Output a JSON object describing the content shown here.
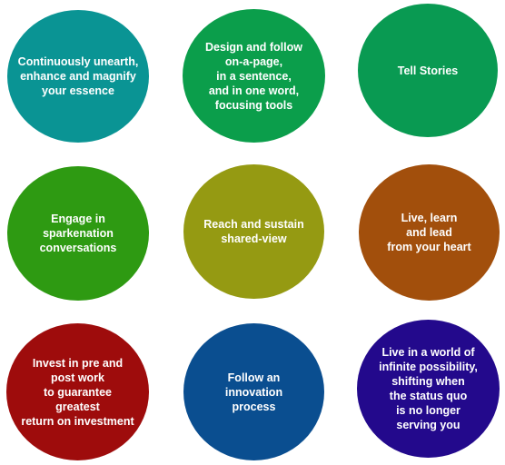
{
  "circles": [
    {
      "label": "Continuously unearth,\nenhance and magnify\nyour essence",
      "color": "#0a9494"
    },
    {
      "label": "Design and follow\non-a-page,\nin a sentence,\nand in one word,\nfocusing tools",
      "color": "#0b9e4b"
    },
    {
      "label": "Tell Stories",
      "color": "#099a52"
    },
    {
      "label": "Engage in\nsparkenation\nconversations",
      "color": "#2e9a12"
    },
    {
      "label": "Reach and sustain\nshared-view",
      "color": "#959a12"
    },
    {
      "label": "Live, learn\nand lead\nfrom your heart",
      "color": "#a24f0c"
    },
    {
      "label": "Invest in pre and\npost work\nto guarantee\ngreatest\nreturn on investment",
      "color": "#9e0c0c"
    },
    {
      "label": "Follow an\ninnovation\nprocess",
      "color": "#0a4e90"
    },
    {
      "label": "Live in a world of\ninfinite possibility,\nshifting when\nthe status quo\nis no longer\nserving you",
      "color": "#23098c"
    }
  ]
}
